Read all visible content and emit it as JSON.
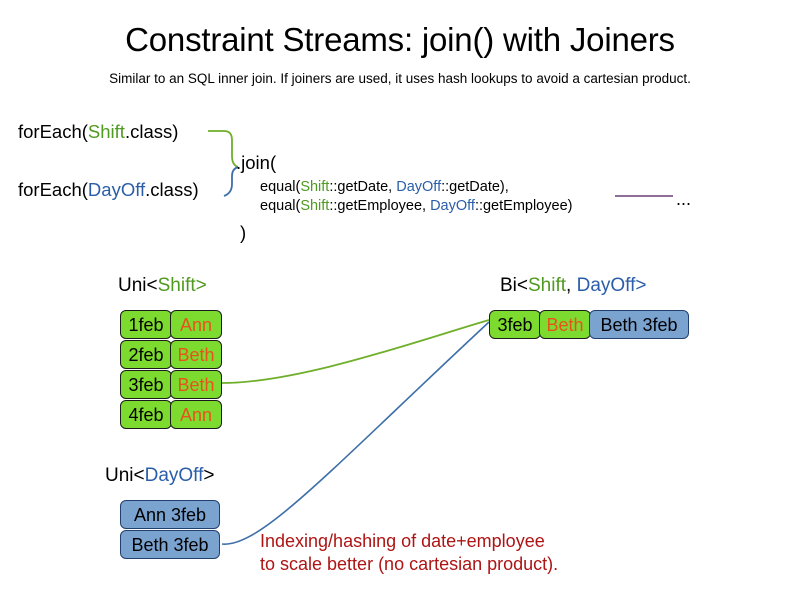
{
  "header": {
    "title": "Constraint Streams: join() with Joiners",
    "subtitle": "Similar to an SQL inner join. If joiners are used, it uses hash lookups to avoid a cartesian product."
  },
  "code": {
    "for_each_shift": {
      "prefix": "forEach(",
      "type": "Shift",
      "suffix": ".class)"
    },
    "for_each_dayoff": {
      "prefix": "forEach(",
      "type": "DayOff",
      "suffix": ".class)"
    },
    "join_open": ".join(",
    "join_close": ")",
    "joiner_1": {
      "prefix": "equal(",
      "left_type": "Shift",
      "left_method": "::getDate, ",
      "right_type": "DayOff",
      "right_method": "::getDate),"
    },
    "joiner_2": {
      "prefix": "equal(",
      "left_type": "Shift",
      "left_method": "::getEmployee, ",
      "right_type": "DayOff",
      "right_method": "::getEmployee)"
    },
    "ellipsis": "..."
  },
  "streams": {
    "uni_shift": {
      "label_prefix": "Uni<",
      "label_type": "Shift",
      "label_suffix": ">",
      "rows": [
        {
          "date": "1feb",
          "employee": "Ann"
        },
        {
          "date": "2feb",
          "employee": "Beth"
        },
        {
          "date": "3feb",
          "employee": "Beth"
        },
        {
          "date": "4feb",
          "employee": "Ann"
        }
      ]
    },
    "uni_dayoff": {
      "label_prefix": "Uni<",
      "label_type": "DayOff",
      "label_suffix": ">",
      "rows": [
        {
          "text": "Ann 3feb"
        },
        {
          "text": "Beth 3feb"
        }
      ]
    },
    "bi": {
      "label_prefix": "Bi<",
      "label_type_a": "Shift",
      "label_separator": ", ",
      "label_type_b": "DayOff",
      "label_suffix": ">",
      "row": {
        "date": "3feb",
        "employee": "Beth",
        "dayoff": "Beth 3feb"
      }
    }
  },
  "note": {
    "line1": "Indexing/hashing of date+employee",
    "line2": "to scale better (no cartesian product)."
  },
  "colors": {
    "shift_green": "#4F9A20",
    "dayoff_blue": "#2B5EA8",
    "box_green_fill": "#7DDB2F",
    "box_blue_fill": "#7BA3D0",
    "employee_orange": "#E8521C",
    "note_red": "#AE1414",
    "wire_green": "#6FAF2A",
    "wire_blue": "#3E6FA8",
    "rule_purple": "#8E6E96"
  }
}
